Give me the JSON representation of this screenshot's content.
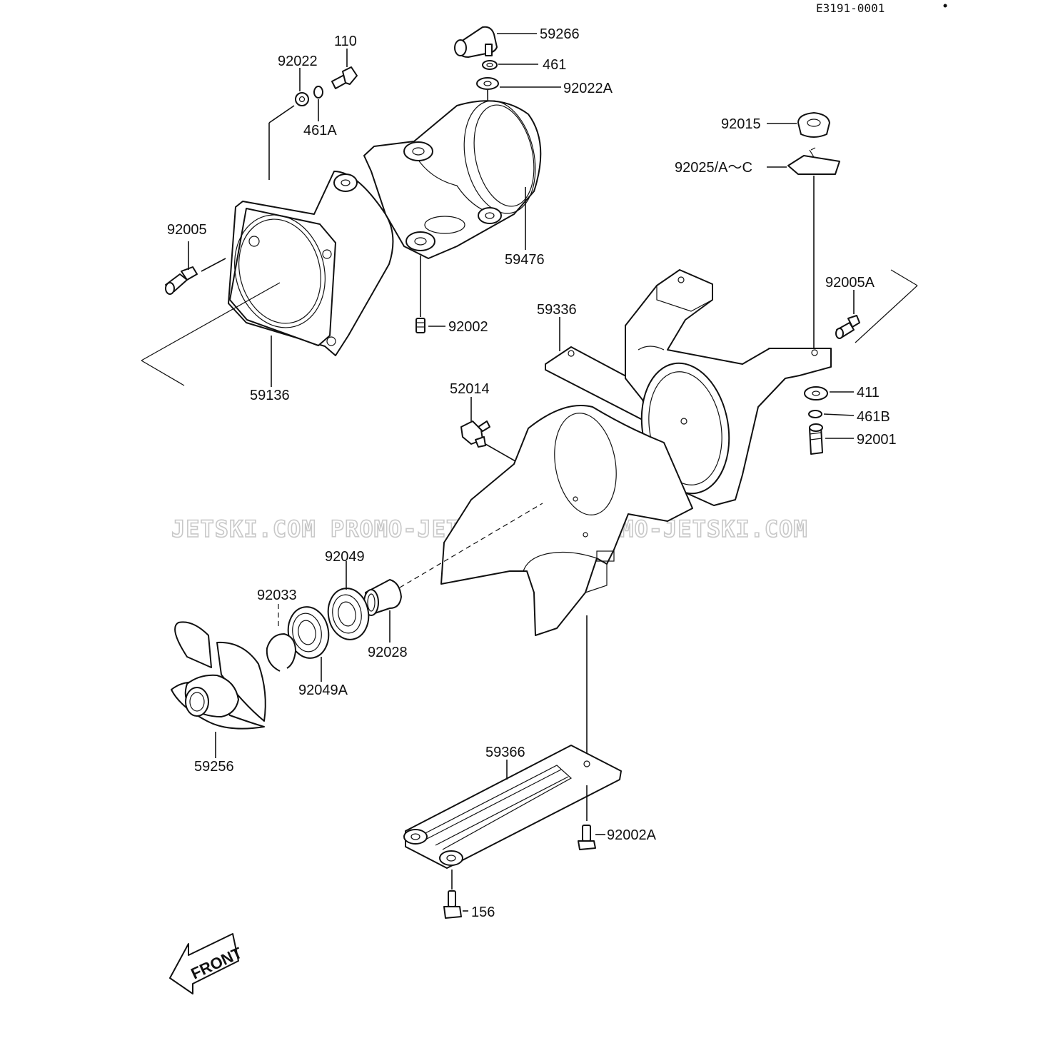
{
  "diagram_code": "E3191-0001",
  "watermark": "JETSKI.COM  PROMO-JETSKI.COM  PROMO-JETSKI.COM",
  "front_label": "FRONT",
  "parts": {
    "p59266": "59266",
    "p461": "461",
    "p92022A": "92022A",
    "p110": "110",
    "p92022": "92022",
    "p461A": "461A",
    "p92015": "92015",
    "p92025": "92025/A～C",
    "p92005": "92005",
    "p59476": "59476",
    "p92005A": "92005A",
    "p59336": "59336",
    "p92002": "92002",
    "p59136": "59136",
    "p52014": "52014",
    "p411": "411",
    "p461B": "461B",
    "p92001": "92001",
    "p92049": "92049",
    "p92033": "92033",
    "p92028": "92028",
    "p92049A": "92049A",
    "p59256": "59256",
    "p59366": "59366",
    "p92002A": "92002A",
    "p156": "156"
  }
}
